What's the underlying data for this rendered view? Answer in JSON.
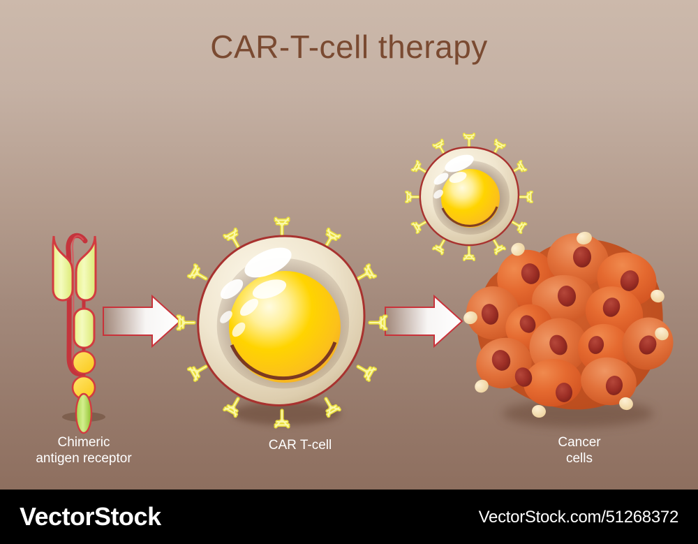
{
  "page": {
    "title": "CAR-T-cell therapy",
    "title_color": "#7a4a31",
    "background_top_color": "#ccb9ab",
    "background_bottom_color": "#8e6f5f"
  },
  "labels": {
    "car_receptor": "Chimeric\nantigen receptor",
    "car_tcell": "CAR T-cell",
    "cancer_cells": "Cancer\ncells"
  },
  "watermark": {
    "logo": "VectorStock",
    "url": "VectorStock.com/51268372",
    "bar_color": "#000000",
    "text_color": "#ffffff"
  },
  "diagram": {
    "arrows": [
      {
        "name": "arrow-receptor-to-tcell"
      },
      {
        "name": "arrow-tcell-to-cancer"
      }
    ],
    "palette": {
      "receptor_fill": "#eef79a",
      "receptor_outline": "#c9323a",
      "receptor_strand": "#c4343c",
      "receptor_bead": "#ffd93b",
      "receptor_tail": "#9ed13c",
      "tcell_membrane": "#ece0c8",
      "tcell_membrane_edge": "#a8322f",
      "tcell_nucleus_center": "#ffd400",
      "tcell_nucleus_edge": "#f7b42c",
      "tcell_receptor": "#f2ea5a",
      "cancer_cell": "#e4622c",
      "cancer_nucleus": "#9e2f25",
      "cancer_antigen": "#f6dfb2",
      "shadow": "#6d4c3c",
      "arrow_fill": "#ffffff",
      "arrow_outline": "#c9323a"
    }
  }
}
